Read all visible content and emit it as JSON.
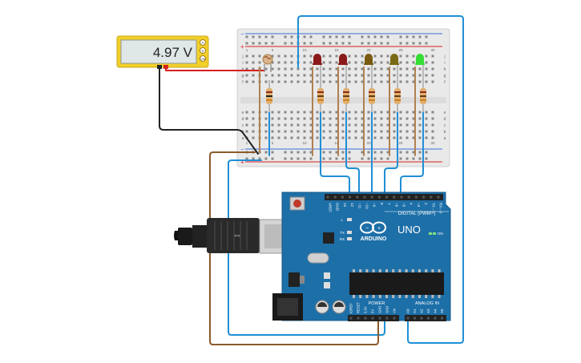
{
  "multimeter": {
    "reading": "4.97 V",
    "terminals": [
      "A",
      "V",
      "COM"
    ]
  },
  "breadboard": {
    "columns_top": [
      "1",
      "5",
      "10",
      "15",
      "20",
      "25",
      "30"
    ],
    "row_letters_top": [
      "j",
      "i",
      "h",
      "g",
      "f"
    ],
    "row_letters_bottom": [
      "e",
      "d",
      "c",
      "b",
      "a"
    ],
    "rail_plus": "+",
    "rail_minus": "−"
  },
  "leds": [
    {
      "color": "#8a1a1a"
    },
    {
      "color": "#8a1a1a"
    },
    {
      "color": "#7a5a10"
    },
    {
      "color": "#7a6a15"
    },
    {
      "color": "#33dd33"
    }
  ],
  "arduino": {
    "brand": "ARDUINO",
    "model": "UNO",
    "digital_header": "DIGITAL (PWM~)",
    "digital_pins": [
      "AREF",
      "GND",
      "13",
      "12",
      "~11",
      "~10",
      "~9",
      "8",
      "7",
      "~6",
      "~5",
      "4",
      "~3",
      "2",
      "TX→1",
      "RX←0"
    ],
    "power_header": "POWER",
    "power_pins": [
      "IOREF",
      "RESET",
      "3.3V",
      "5V",
      "GND",
      "GND",
      "Vin"
    ],
    "analog_header": "ANALOG IN",
    "analog_pins": [
      "A0",
      "A1",
      "A2",
      "A3",
      "A4",
      "A5"
    ],
    "labels": {
      "l": "L",
      "tx": "TX",
      "rx": "RX",
      "on": "ON"
    }
  },
  "colors": {
    "wire_blue": "#1f8fd6",
    "wire_brown": "#8b5a2b",
    "wire_red": "#d62020",
    "wire_black": "#222222",
    "board": "#1d6fa8",
    "breadboard": "#f0f0f0"
  }
}
